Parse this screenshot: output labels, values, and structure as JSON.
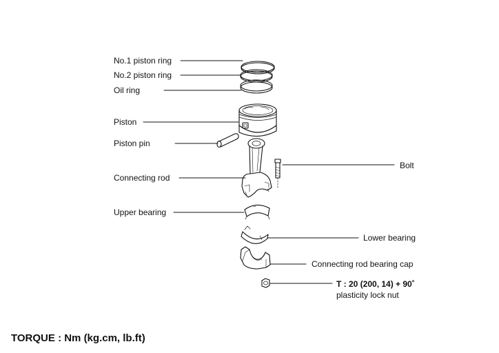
{
  "labels": {
    "ring1": "No.1 piston ring",
    "ring2": "No.2 piston ring",
    "oil_ring": "Oil ring",
    "piston": "Piston",
    "piston_pin": "Piston pin",
    "connecting_rod": "Connecting rod",
    "upper_bearing": "Upper bearing",
    "bolt": "Bolt",
    "lower_bearing": "Lower bearing",
    "bearing_cap": "Connecting rod bearing cap"
  },
  "nut_spec": {
    "torque": "T : 20 (200, 14) + 90˚",
    "name": "plasticity lock nut"
  },
  "footer": {
    "torque_units": "TORQUE : Nm (kg.cm, lb.ft)"
  }
}
